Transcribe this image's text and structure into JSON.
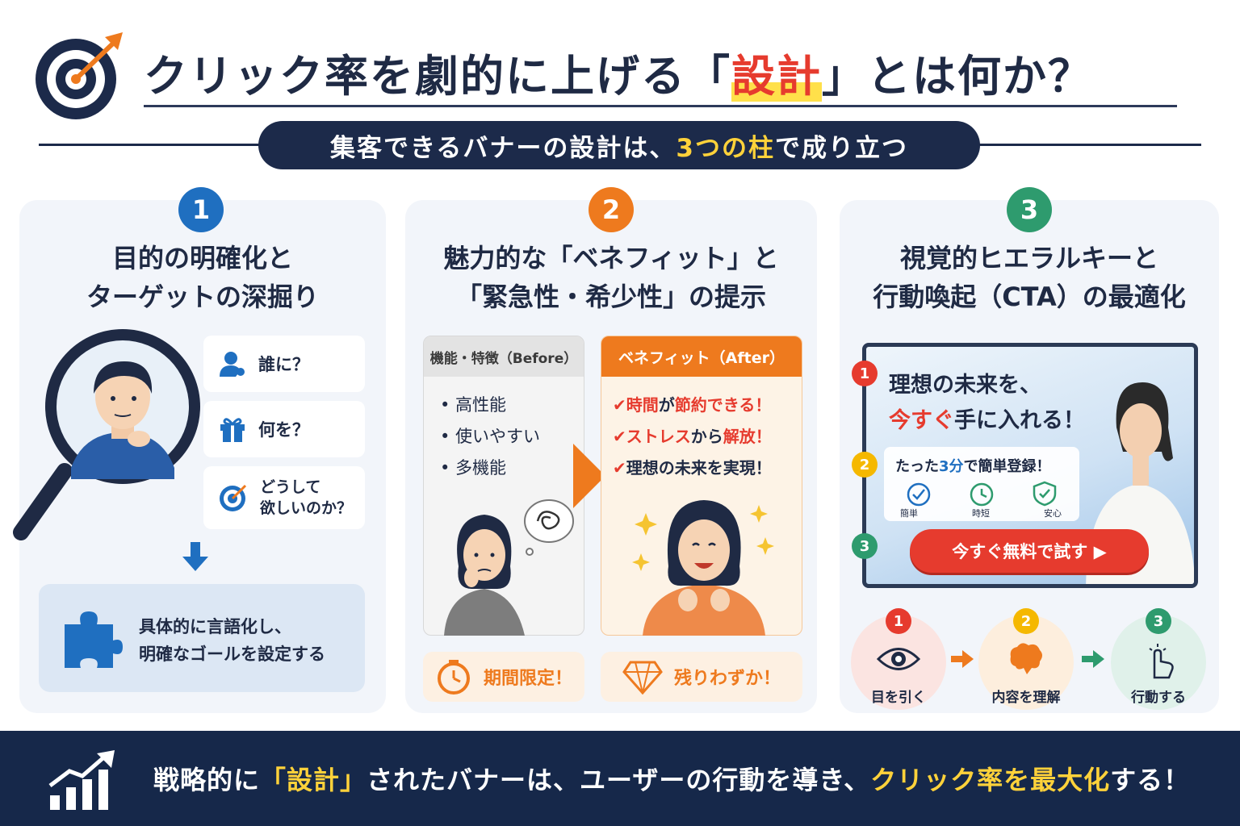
{
  "header": {
    "title_a": "クリック率を劇的に上げる「",
    "title_hl": "設計",
    "title_b": "」とは何か？",
    "subtitle_a": "集客できるバナーの設計は、",
    "subtitle_hl": "3つの柱",
    "subtitle_b": "で成り立つ"
  },
  "colors": {
    "navy": "#1c2a4a",
    "blue": "#1f6fc0",
    "orange": "#ee7a1e",
    "green": "#2e9b6e",
    "red": "#e63b2e",
    "yellow": "#ffd23a"
  },
  "pillar1": {
    "number": "1",
    "title_line1": "目的の明確化と",
    "title_line2": "ターゲットの深掘り",
    "q1": "誰に？",
    "q2": "何を？",
    "q3_line1": "どうして",
    "q3_line2": "欲しいのか？",
    "goal_line1": "具体的に言語化し、",
    "goal_line2": "明確なゴールを設定する"
  },
  "pillar2": {
    "number": "2",
    "title_line1": "魅力的な「ベネフィット」と",
    "title_line2": "「緊急性・希少性」の提示",
    "before_head": "機能・特徴（Before）",
    "features": [
      "• 高性能",
      "• 使いやすい",
      "• 多機能"
    ],
    "after_head": "ベネフィット（After）",
    "ben1_a": "時間",
    "ben1_b": "が",
    "ben1_c": "節約",
    "ben1_d": "できる！",
    "ben2_a": "ストレス",
    "ben2_b": "から",
    "ben2_c": "解放",
    "ben2_d": "！",
    "ben3": "理想の未来を実現！",
    "urgency": "期間限定！",
    "scarcity": "残りわずか！"
  },
  "pillar3": {
    "number": "3",
    "title_line1": "視覚的ヒエラルキーと",
    "title_line2": "行動喚起（CTA）の最適化",
    "banner_line1": "理想の未来を、",
    "banner_line2_a": "今すぐ",
    "banner_line2_b": "手に入れる！",
    "banner_sub_a": "たった",
    "banner_sub_b": "3分",
    "banner_sub_c": "で簡単登録！",
    "icon_labels": [
      "簡単",
      "時短",
      "安心"
    ],
    "cta": "今すぐ無料で試す ▶",
    "markers": [
      "1",
      "2",
      "3"
    ],
    "steps": [
      {
        "num": "1",
        "label": "目を引く"
      },
      {
        "num": "2",
        "label": "内容を理解"
      },
      {
        "num": "3",
        "label": "行動する"
      }
    ]
  },
  "footer": {
    "a": "戦略的に",
    "hl1": "「設計」",
    "b": "されたバナーは、ユーザーの行動を導き、",
    "hl2": "クリック率を最大化",
    "c": "する！"
  }
}
